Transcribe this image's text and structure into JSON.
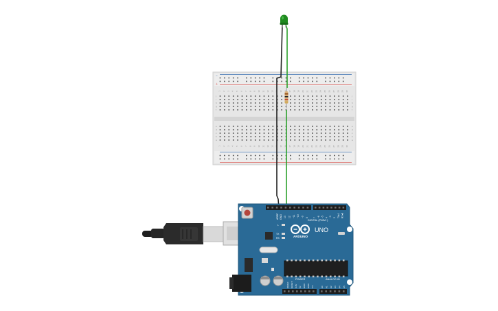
{
  "board": {
    "brand": "ARDUINO",
    "model": "UNO",
    "digital_header_label": "DIGITAL (PWM~)",
    "power_header_label": "POWER",
    "analog_header_label": "ANALOG IN",
    "led_l": "L",
    "led_tx": "TX",
    "led_rx": "RX",
    "aref_label": "AREF",
    "gnd_label": "GND",
    "digital_pins": [
      "13",
      "12",
      "~11",
      "~10",
      "~9",
      "8",
      "7",
      "~6",
      "~5",
      "4",
      "~3",
      "2",
      "TX▸1",
      "RX◂0"
    ],
    "power_pins": [
      "IOREF",
      "RESET",
      "3.3V",
      "5V",
      "GND",
      "GND",
      "Vin"
    ],
    "analog_pins": [
      "A0",
      "A1",
      "A2",
      "A3",
      "A4",
      "A5"
    ]
  },
  "breadboard": {
    "row_letters_top": [
      "j",
      "i",
      "h",
      "g",
      "f"
    ],
    "row_letters_bottom": [
      "e",
      "d",
      "c",
      "b",
      "a"
    ],
    "rail_plus": "+",
    "rail_minus": "−",
    "column_numbers": [
      "1",
      "2",
      "3",
      "4",
      "5",
      "6",
      "7",
      "8",
      "9",
      "10",
      "11",
      "12",
      "13",
      "14",
      "15",
      "16",
      "17",
      "18",
      "19",
      "20",
      "21",
      "22",
      "23",
      "24",
      "25",
      "26",
      "27",
      "28",
      "29",
      "30"
    ]
  },
  "colors": {
    "board_blue": "#2a6a96",
    "wire_black": "#222222",
    "wire_green": "#2aa02a",
    "led_green": "#1f8a1f",
    "breadboard": "#e6e6e6",
    "rail_red": "#d9534f",
    "rail_blue": "#3a6fb0",
    "usb_cable": "#2b2b2b"
  }
}
